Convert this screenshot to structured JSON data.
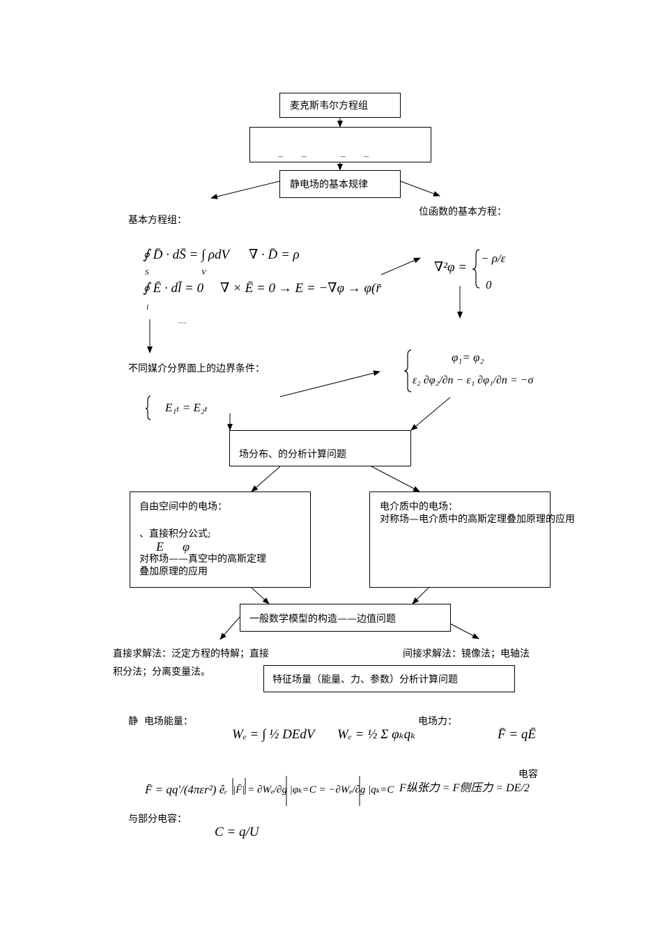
{
  "flow": {
    "maxwell": "麦克斯韦尔方程组",
    "maxwell_sub": "_      _           _      _",
    "static_laws": "静电场的基本规律",
    "basic_eq_label": "基本方程组：",
    "potential_eq_label": "位函数的基本方程：",
    "boundary_label": "不同媒介分界面上的边界条件：",
    "field_analysis": "场分布、的分析计算问题",
    "free_space_title": "自由空间中的电场：",
    "free_space_line1": "、直接积分公式;",
    "free_space_line2": "E      φ",
    "free_space_line3": "对称场——真空中的高斯定理",
    "free_space_line4": "叠加原理的应用",
    "dielectric_title": "电介质中的电场：",
    "dielectric_line1": "对称场—电介质中的高斯定理叠加原理的应用",
    "general_model": "一般数学模型的构造——边值问题",
    "direct_method_1": "直接求解法：泛定方程的特解；直接",
    "direct_method_2": "积分法；分离变量法。",
    "indirect_method": "间接求解法：镜像法；电轴法",
    "characteristic": "特征场量（能量、力、参数）分析计算问题",
    "energy_label": "静  电场能量：",
    "force_label": "电场力：",
    "capacitance_label_right": "电容",
    "capacitance_label": "与部分电容："
  },
  "formulas": {
    "gauss_integral": "∮ D̄ · dS̄ = ∫ ρdV",
    "gauss_diff": "∇ · D̄ = ρ",
    "gauss_sub_s": "S",
    "gauss_sub_v": "V",
    "curl_integral": "∮ Ē · dl̄ = 0",
    "curl_diff": "∇ × Ē = 0 → E = −∇φ → φ(r̄",
    "curl_sub_l": "l",
    "poisson": "∇²φ =",
    "poisson_case1": "− ρ/ε",
    "poisson_case2": "0",
    "bc_line1": "φ₁= φ₂",
    "bc_line2": "ε₂ ∂φ₂/∂n − ε₁ ∂φ₁/∂n = −σ",
    "bc_tangential": "E₁ₜ = E₂ₜ",
    "energy_integral": "Wₑ = ∫ ½ DEdV",
    "energy_sum": "Wₑ = ½ Σ φₖqₖ",
    "force_simple": "F̄ = qĒ",
    "coulomb": "F̄ = qq'/(4πεr²) êᵣ",
    "virtual_work": "|F̄| = ∂Wₑ/∂g |φₖ=C = −∂Wₑ/∂g |qₖ=C",
    "tension": "F纵张力 = F侧压力 = DE/2",
    "capacitance": "C = q/U"
  }
}
